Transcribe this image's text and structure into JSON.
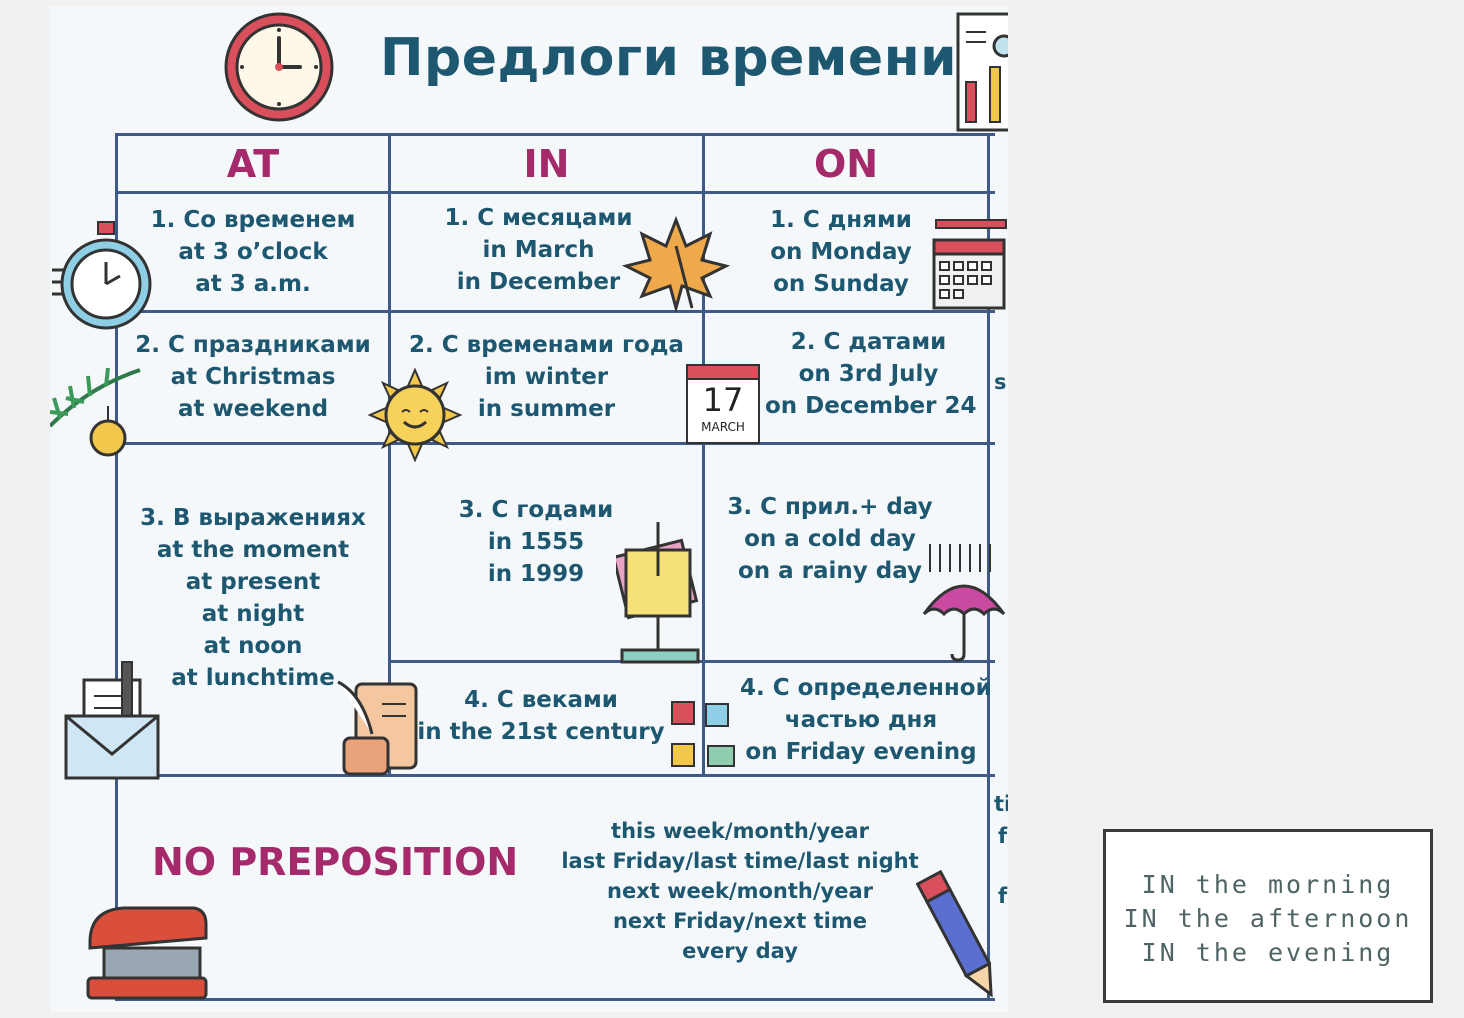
{
  "title": "Предлоги времени",
  "columns": {
    "at": "AT",
    "in": "IN",
    "on": "ON"
  },
  "at": {
    "r1": [
      "1. Со временем",
      "at 3 o’clock",
      "at 3 a.m."
    ],
    "r2": [
      "2. С праздниками",
      "at Christmas",
      "at weekend"
    ],
    "r3": [
      "3. В выражениях",
      "at the moment",
      "at present",
      "at night",
      "at noon",
      "at lunchtime"
    ]
  },
  "in": {
    "r1": [
      "1. С месяцами",
      "in March",
      "in December"
    ],
    "r2": [
      "2. С временами года",
      "im winter",
      "in summer"
    ],
    "r3": [
      "3. С годами",
      "in 1555",
      "in 1999"
    ],
    "r4": [
      "4. С веками",
      "in the 21st century"
    ]
  },
  "on": {
    "r1": [
      "1. С днями",
      "on Monday",
      "on Sunday"
    ],
    "r2": [
      "2. С датами",
      "on 3rd July",
      "on December 24"
    ],
    "r3": [
      "3. С прил.+ day",
      "on a cold day",
      "on a rainy day"
    ],
    "r4": [
      "4. С определенной",
      "частью дня",
      "on Friday evening"
    ]
  },
  "calendar": {
    "day": "17",
    "month": "MARCH"
  },
  "no_preposition": {
    "label": "NO PREPOSITION",
    "items": [
      "this week/month/year",
      "last Friday/last time/last night",
      "next week/month/year",
      "next Friday/next time",
      "every day"
    ]
  },
  "edge_fragments": {
    "a": "si",
    "b": "ti",
    "c": "f",
    "d": "f"
  },
  "note": {
    "lines": [
      "IN the morning",
      "IN the afternoon",
      "IN the evening"
    ]
  },
  "colors": {
    "heading": "#1d5770",
    "accent": "#a52a6b",
    "grid": "#3f5a86"
  }
}
